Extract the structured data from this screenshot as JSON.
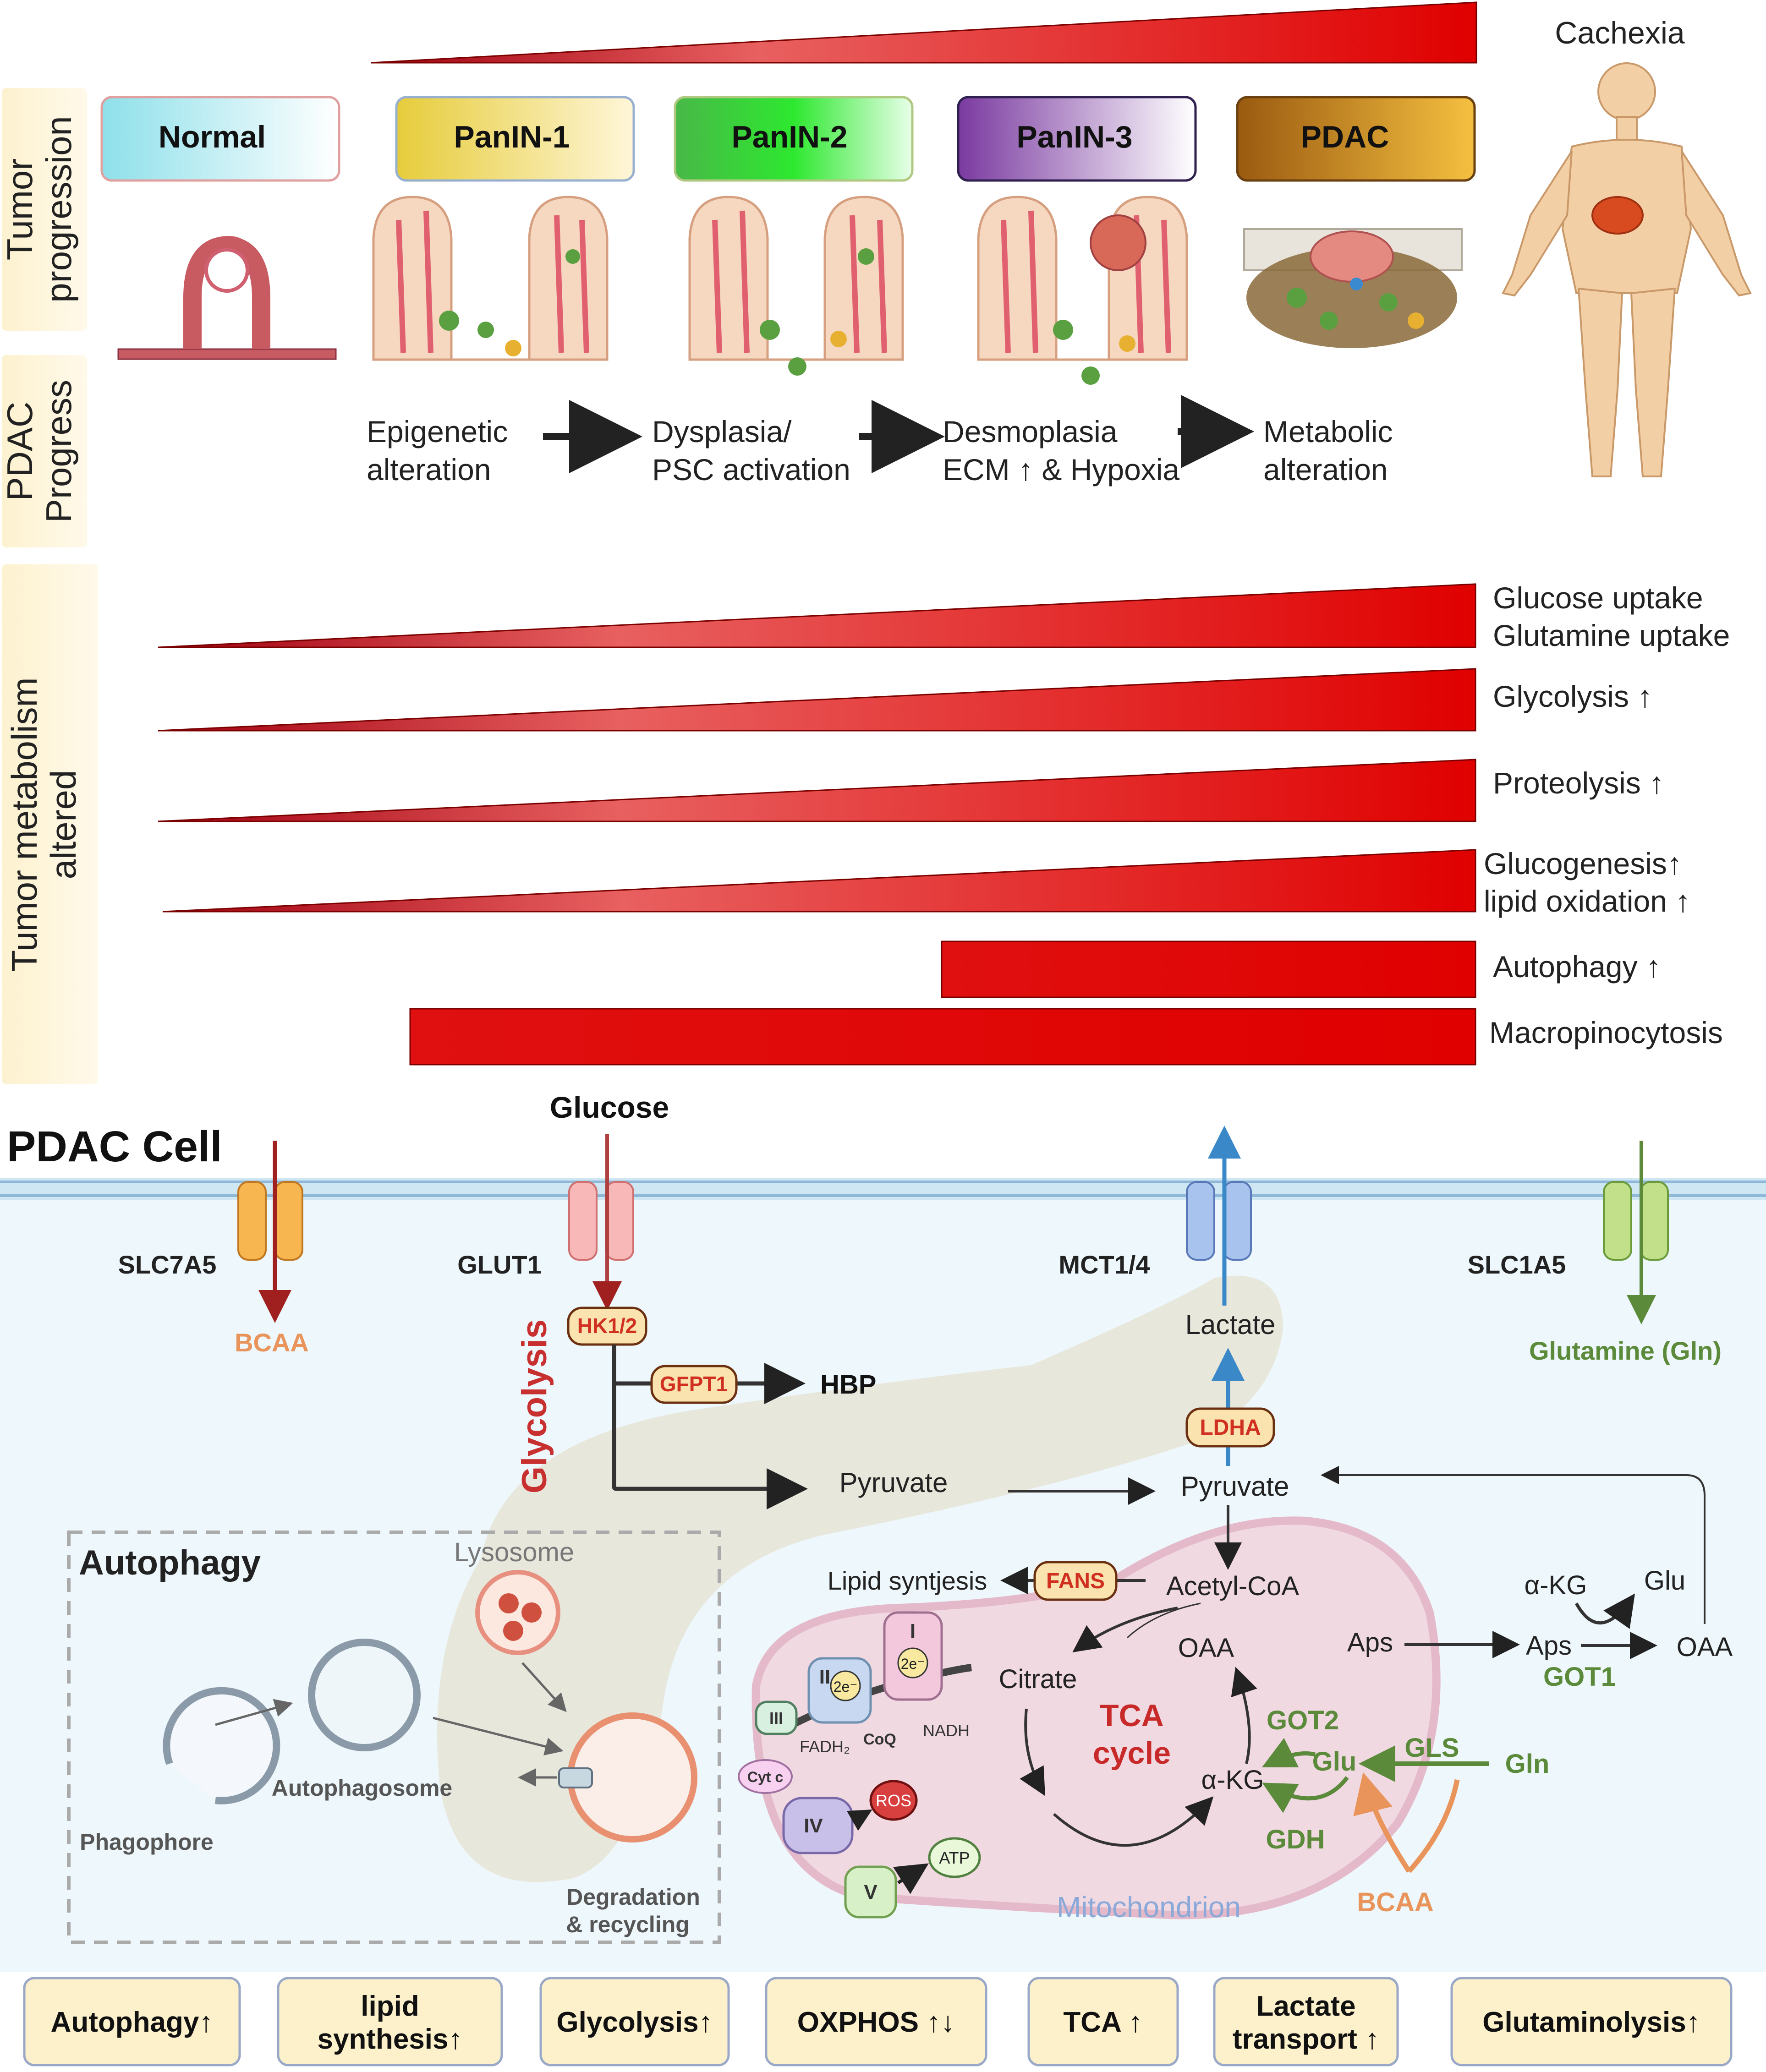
{
  "top": {
    "cachexia": "Cachexia",
    "stages": [
      {
        "label": "Normal"
      },
      {
        "label": "PanIN-1"
      },
      {
        "label": "PanIN-2"
      },
      {
        "label": "PanIN-3"
      },
      {
        "label": "PDAC"
      }
    ],
    "side_labels": {
      "tumor_progression": [
        "Tumor",
        "progression"
      ],
      "pdac_progress": [
        "PDAC",
        "Progress"
      ],
      "metabolism": [
        "Tumor metabolism",
        "altered"
      ]
    },
    "progress_steps": [
      {
        "line1": "Epigenetic",
        "line2": "alteration"
      },
      {
        "line1": "Dysplasia/",
        "line2": "PSC activation"
      },
      {
        "line1": "Desmoplasia",
        "line2": "ECM ↑ & Hypoxia"
      },
      {
        "line1": "Metabolic",
        "line2": "alteration"
      }
    ],
    "metabolism_rows": [
      {
        "line1": "Glucose uptake",
        "line2": "Glutamine uptake"
      },
      {
        "line1": "Glycolysis ↑",
        "line2": ""
      },
      {
        "line1": "Proteolysis ↑",
        "line2": ""
      },
      {
        "line1": "Glucogenesis↑",
        "line2": "lipid oxidation ↑"
      },
      {
        "line1": "Autophagy ↑",
        "line2": ""
      },
      {
        "line1": "Macropinocytosis",
        "line2": ""
      }
    ]
  },
  "cell": {
    "title": "PDAC Cell",
    "glucose": "Glucose",
    "transporters": {
      "slc7a5": "SLC7A5",
      "glut1": "GLUT1",
      "mct": "MCT1/4",
      "slc1a5": "SLC1A5"
    },
    "bcaa_in": "BCAA",
    "glutamine_in": "Glutamine (Gln)",
    "glycolysis": "Glycolysis",
    "enzymes": {
      "hk": "HK1/2",
      "gfpt1": "GFPT1",
      "ldha": "LDHA",
      "fans": "FANS"
    },
    "hbp": "HBP",
    "pyruvate_cyto": "Pyruvate",
    "pyruvate_mito": "Pyruvate",
    "lactate": "Lactate",
    "lipid": "Lipid syntjesis",
    "acetyl_coa": "Acetyl-CoA",
    "oaa_mito": "OAA",
    "citrate": "Citrate",
    "tca": [
      "TCA",
      "cycle"
    ],
    "akg_mito": "α-KG",
    "got2": "GOT2",
    "glu_mito": "Glu",
    "gls": "GLS",
    "gln": "Gln",
    "gdh": "GDH",
    "bcaa_mito": "BCAA",
    "mitochondrion": "Mitochondrion",
    "aps1": "Aps",
    "aps2": "Aps",
    "akg_cyto": "α-KG",
    "glu_cyto": "Glu",
    "oaa_cyto": "OAA",
    "got1": "GOT1",
    "etc": {
      "c1": "I",
      "c2": "II",
      "c3": "III",
      "c4": "IV",
      "c5": "V",
      "e1": "2e⁻",
      "e2": "2e⁻",
      "cytc": "Cyt c",
      "fadh": "FADH₂",
      "nadh": "NADH",
      "coq": "CoQ",
      "ros": "ROS",
      "atp": "ATP"
    },
    "autophagy": {
      "title": "Autophagy",
      "lysosome": "Lysosome",
      "phagophore": "Phagophore",
      "autophagosome": "Autophagosome",
      "degradation": [
        "Degradation",
        "& recycling"
      ]
    }
  },
  "bottom_boxes": [
    {
      "line1": "Autophagy↑",
      "line2": ""
    },
    {
      "line1": "lipid",
      "line2": "synthesis↑"
    },
    {
      "line1": "Glycolysis↑",
      "line2": ""
    },
    {
      "line1": "OXPHOS ↑↓",
      "line2": ""
    },
    {
      "line1": "TCA ↑",
      "line2": ""
    },
    {
      "line1": "Lactate",
      "line2": "transport ↑"
    },
    {
      "line1": "Glutaminolysis↑",
      "line2": ""
    }
  ],
  "colors": {
    "red": "#e00000",
    "dark_red": "#8b0000",
    "label_bg": "#fdf0c8",
    "green": "#5a8a3a",
    "orange": "#e8945a",
    "enzyme_fill": "#fbe3b0",
    "enzyme_text": "#d03020"
  }
}
